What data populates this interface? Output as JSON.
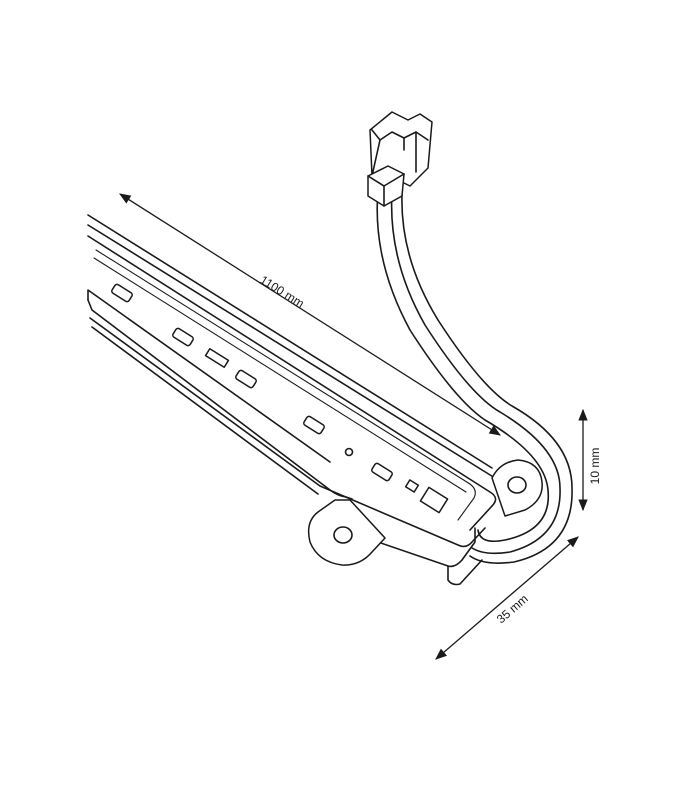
{
  "dimensions": {
    "length_label": "1100 mm",
    "height_label": "10 mm",
    "width_label": "35 mm"
  },
  "colors": {
    "stroke": "#1a1a1a",
    "background": "#ffffff"
  }
}
